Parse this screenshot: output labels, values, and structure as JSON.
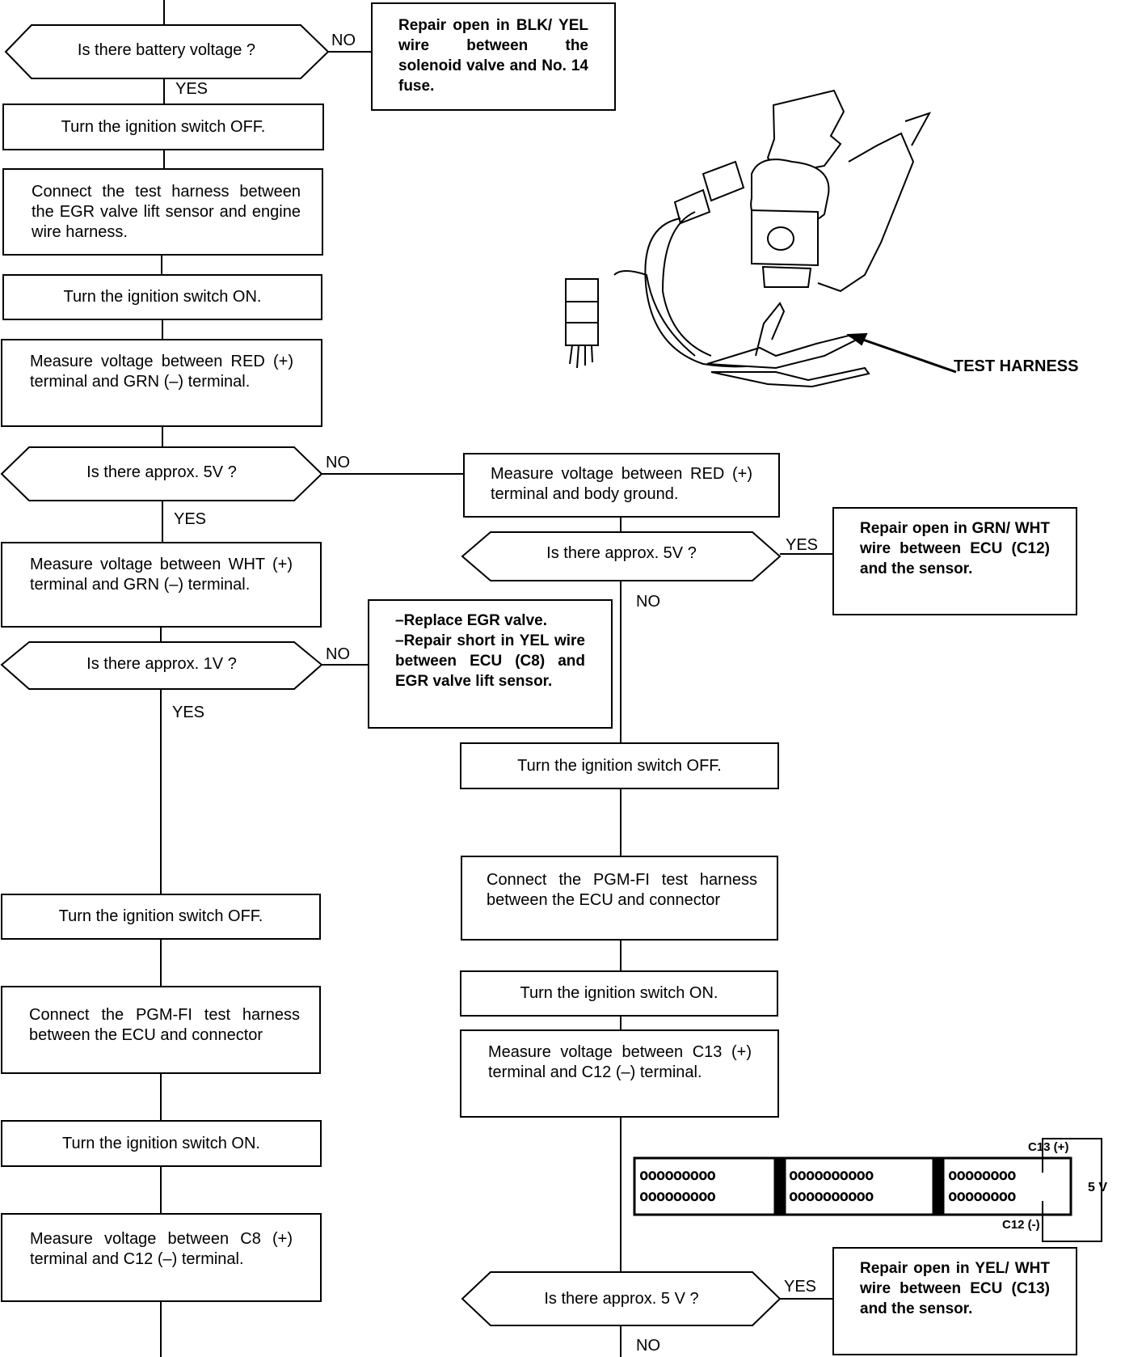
{
  "labels": {
    "yes": "YES",
    "no": "NO"
  },
  "left": {
    "d_battery": "Is there battery voltage ?",
    "s_off1": "Turn the ignition switch OFF.",
    "s_connect1": "Connect the test harness between the EGR valve lift sensor and engine wire harness.",
    "s_on1": "Turn the ignition switch ON.",
    "s_measure_red": "Measure voltage between RED (+) terminal and GRN (–) terminal.",
    "d_5v": "Is there approx. 5V ?",
    "s_measure_wht": "Measure voltage between WHT (+) terminal and GRN (–) terminal.",
    "d_1v": "Is there approx. 1V ?",
    "s_off2": "Turn the ignition switch OFF.",
    "s_connect2": "Connect the PGM-FI test harness between the ECU and connector",
    "s_on2": "Turn the ignition switch ON.",
    "s_measure_c8": "Measure voltage between C8 (+) terminal and C12 (–) terminal."
  },
  "right": {
    "r_blk_yel": "Repair open in BLK/ YEL wire between the solenoid valve and No. 14 fuse.",
    "s_measure_body": "Measure voltage between RED (+) terminal and body ground.",
    "d_5v": "Is there approx. 5V ?",
    "r_grn_wht": "Repair open in GRN/ WHT wire between ECU (C12) and the sensor.",
    "r_egr_line1": "–Replace EGR valve.",
    "r_egr_line2": "–Repair short in YEL wire between ECU (C8) and EGR valve lift sensor.",
    "s_off": "Turn the ignition switch OFF.",
    "s_connect": "Connect the PGM-FI test harness between the ECU and connector",
    "s_on": "Turn the ignition switch ON.",
    "s_measure_c13": "Measure voltage between C13 (+) terminal and C12 (–) terminal.",
    "d_5v_b": "Is there approx. 5 V ?",
    "r_yel_wht": "Repair open in YEL/ WHT wire between ECU (C13) and the sensor."
  },
  "illustration": {
    "caption": "TEST HARNESS"
  },
  "connector": {
    "row": "ooooooooo",
    "row_mid": "oooooooooo",
    "row_right": "oooooooo",
    "c13_label": "C13 (+)",
    "c12_label": "C12 (-)",
    "volt_label": "5 V"
  }
}
